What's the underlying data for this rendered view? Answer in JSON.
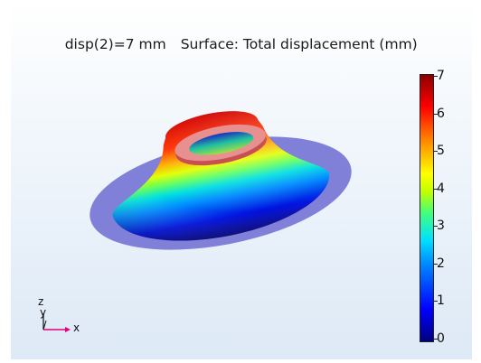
{
  "plot": {
    "title_parameter": "disp(2)=7 mm",
    "title_expression": "Surface: Total displacement (mm)"
  },
  "colorbar": {
    "min": 0,
    "max": 7,
    "ticks": [
      "0",
      "1",
      "2",
      "3",
      "4",
      "5",
      "6",
      "7"
    ],
    "colormap": "rainbow"
  },
  "axes_triad": {
    "x_label": "x",
    "y_label": "y",
    "z_label": "z",
    "x_color": "#e0007a"
  },
  "colors": {
    "flange": "#8080d8",
    "cap_ring": "#e89090"
  }
}
